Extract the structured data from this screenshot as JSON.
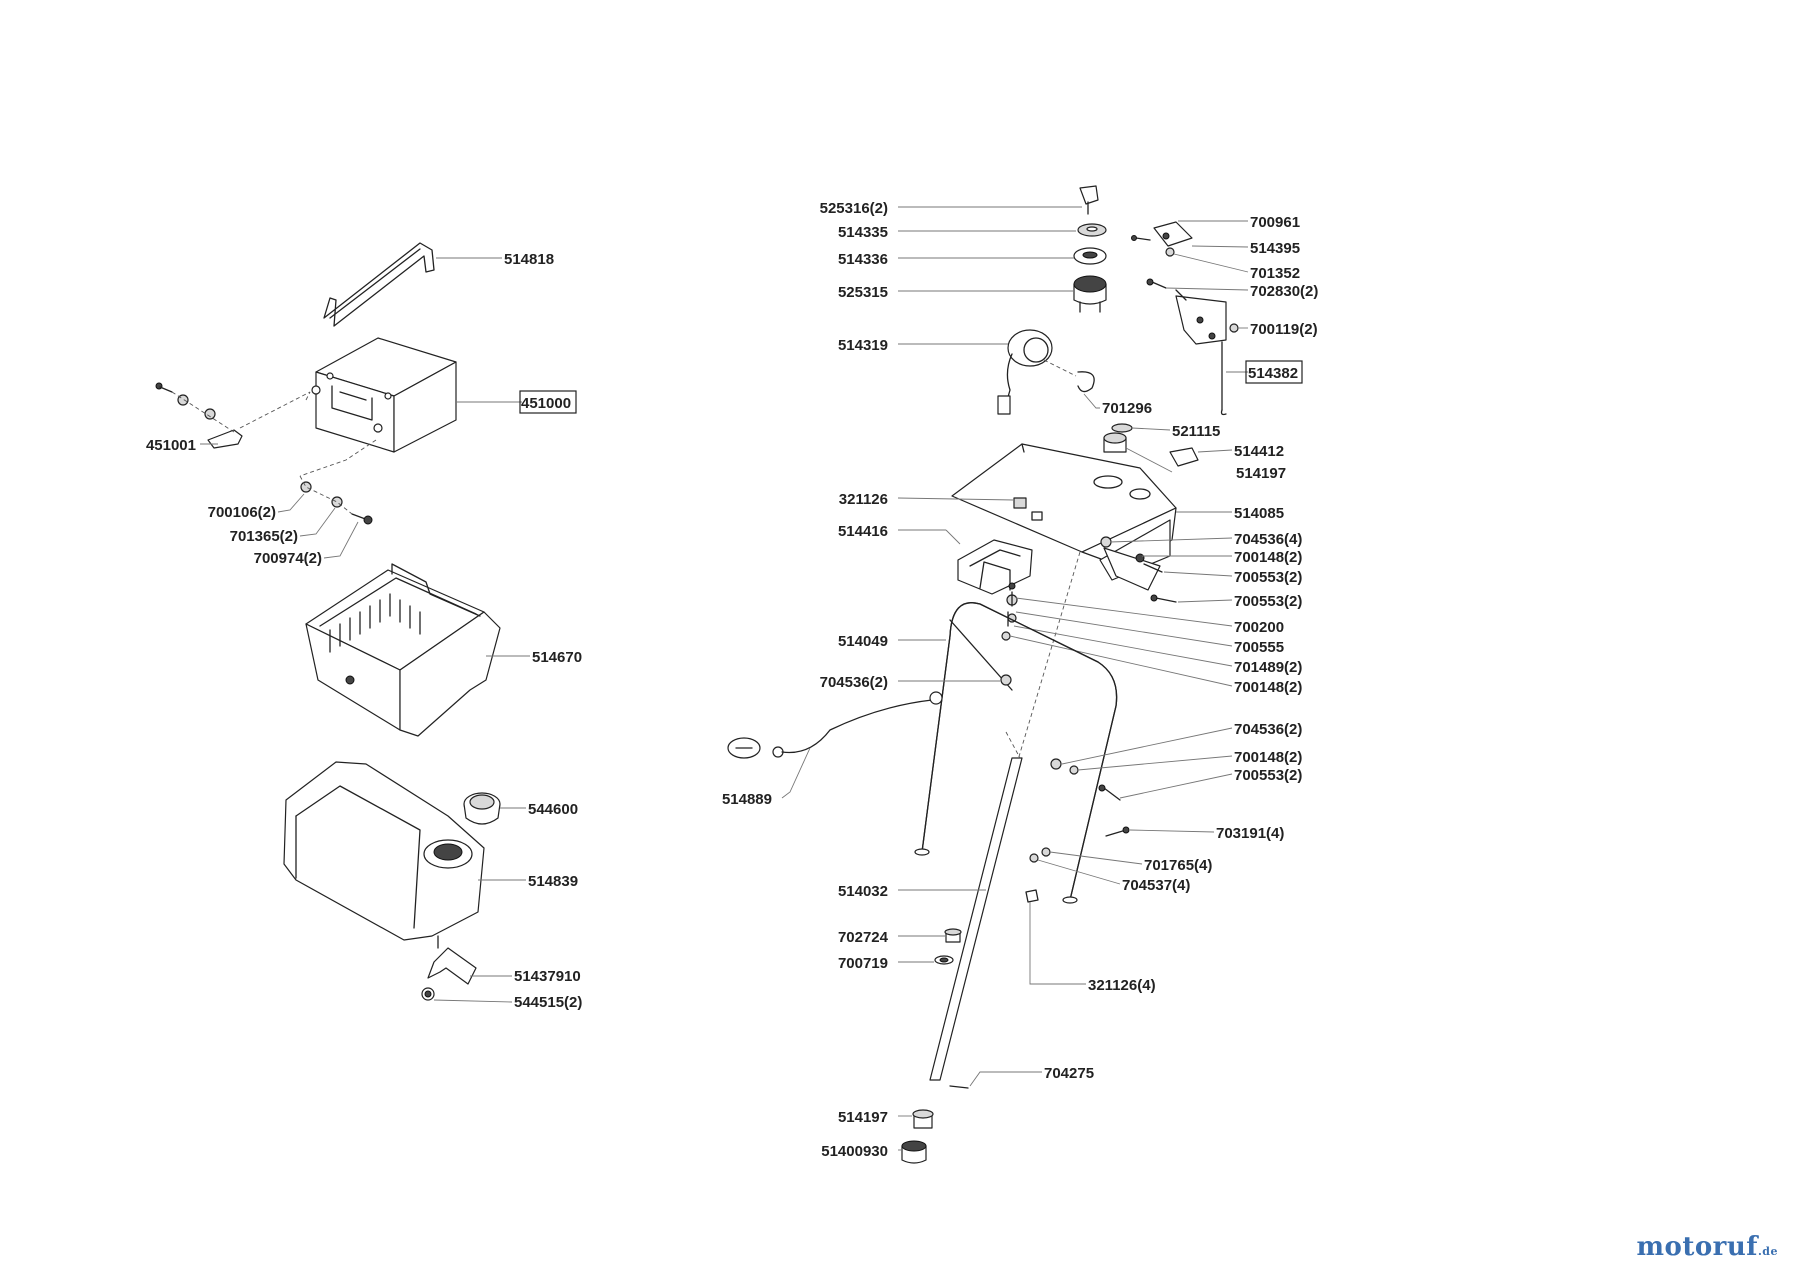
{
  "brand": {
    "text": "motoruf",
    "tld": ".de"
  },
  "labels": [
    {
      "id": "514818",
      "text": "514818"
    },
    {
      "id": "451000",
      "text": "451000",
      "boxed": true
    },
    {
      "id": "451001",
      "text": "451001"
    },
    {
      "id": "700106",
      "text": "700106(2)"
    },
    {
      "id": "701365",
      "text": "701365(2)"
    },
    {
      "id": "700974",
      "text": "700974(2)"
    },
    {
      "id": "514670",
      "text": "514670"
    },
    {
      "id": "544600",
      "text": "544600"
    },
    {
      "id": "514839",
      "text": "514839"
    },
    {
      "id": "51437910",
      "text": "51437910"
    },
    {
      "id": "544515",
      "text": "544515(2)"
    },
    {
      "id": "525316",
      "text": "525316(2)"
    },
    {
      "id": "514335",
      "text": "514335"
    },
    {
      "id": "514336",
      "text": "514336"
    },
    {
      "id": "525315",
      "text": "525315"
    },
    {
      "id": "514319",
      "text": "514319"
    },
    {
      "id": "701296",
      "text": "701296"
    },
    {
      "id": "700961",
      "text": "700961"
    },
    {
      "id": "514395",
      "text": "514395"
    },
    {
      "id": "701352",
      "text": "701352"
    },
    {
      "id": "702830",
      "text": "702830(2)"
    },
    {
      "id": "700119",
      "text": "700119(2)"
    },
    {
      "id": "514382",
      "text": "514382",
      "boxed": true
    },
    {
      "id": "521115",
      "text": "521115"
    },
    {
      "id": "514412",
      "text": "514412"
    },
    {
      "id": "514197a",
      "text": "514197"
    },
    {
      "id": "321126",
      "text": "321126"
    },
    {
      "id": "514085",
      "text": "514085"
    },
    {
      "id": "514416",
      "text": "514416"
    },
    {
      "id": "704536a",
      "text": "704536(4)"
    },
    {
      "id": "700148a",
      "text": "700148(2)"
    },
    {
      "id": "700553a",
      "text": "700553(2)"
    },
    {
      "id": "700553b",
      "text": "700553(2)"
    },
    {
      "id": "700200",
      "text": "700200"
    },
    {
      "id": "700555",
      "text": "700555"
    },
    {
      "id": "701489",
      "text": "701489(2)"
    },
    {
      "id": "700148b",
      "text": "700148(2)"
    },
    {
      "id": "514049",
      "text": "514049"
    },
    {
      "id": "704536b",
      "text": "704536(2)"
    },
    {
      "id": "514889",
      "text": "514889"
    },
    {
      "id": "704536c",
      "text": "704536(2)"
    },
    {
      "id": "700148c",
      "text": "700148(2)"
    },
    {
      "id": "700553c",
      "text": "700553(2)"
    },
    {
      "id": "703191",
      "text": "703191(4)"
    },
    {
      "id": "701765",
      "text": "701765(4)"
    },
    {
      "id": "704537",
      "text": "704537(4)"
    },
    {
      "id": "514032",
      "text": "514032"
    },
    {
      "id": "702724",
      "text": "702724"
    },
    {
      "id": "700719",
      "text": "700719"
    },
    {
      "id": "321126b",
      "text": "321126(4)"
    },
    {
      "id": "704275",
      "text": "704275"
    },
    {
      "id": "514197b",
      "text": "514197"
    },
    {
      "id": "51400930",
      "text": "51400930"
    }
  ]
}
